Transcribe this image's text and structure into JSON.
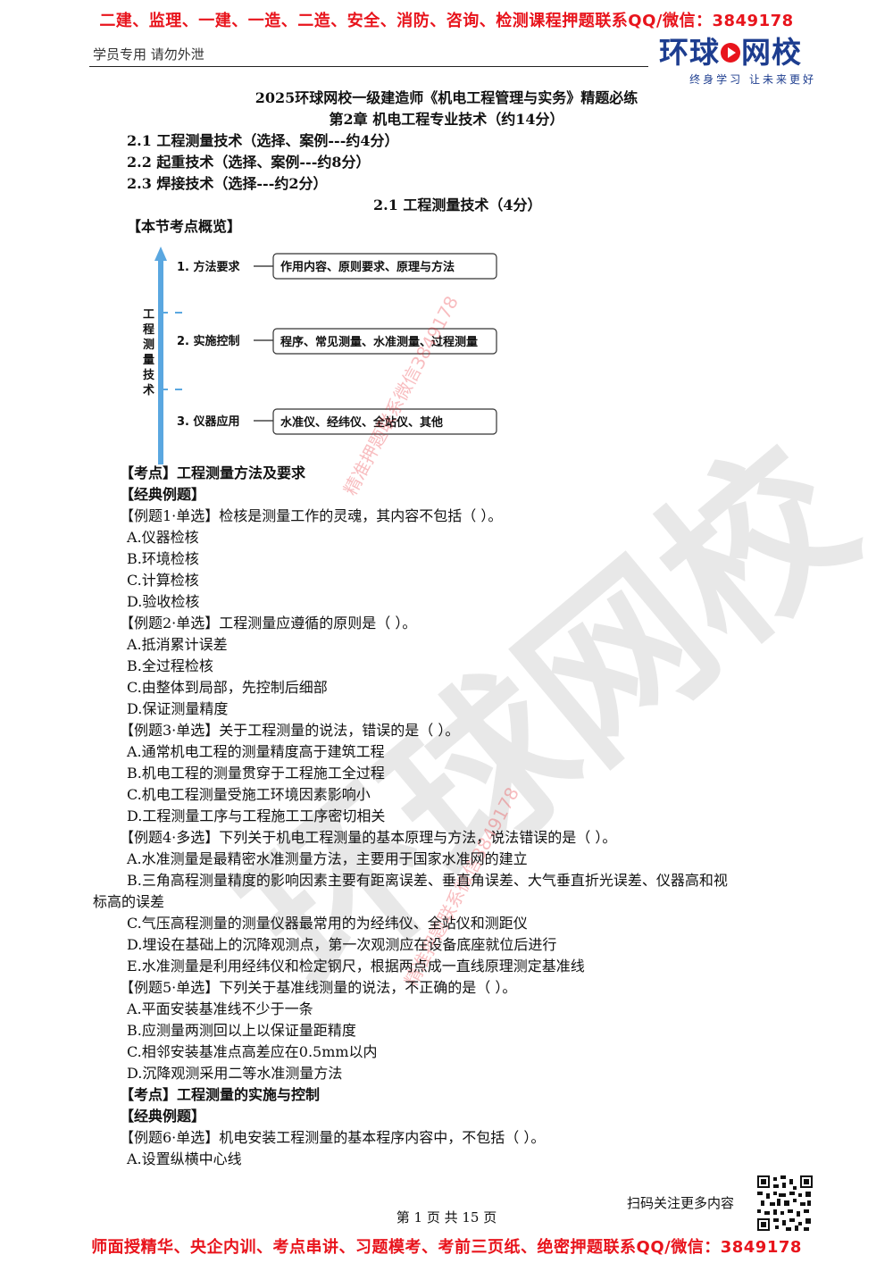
{
  "banner_top": "二建、监理、一建、一造、二造、安全、消防、咨询、检测课程押题联系QQ/微信：3849178",
  "banner_bottom": "师面授精华、央企内训、考点串讲、习题模考、考前三页纸、绝密押题联系QQ/微信：3849178",
  "header_note": "学员专用 请勿外泄",
  "logo": {
    "name_a": "环球",
    "name_b": "网校",
    "slogan": "终身学习 让未来更好"
  },
  "watermark": {
    "diagonal": "精准押题联系微信3849178",
    "lower": "精准押题联系微信3849178",
    "big": "环球网校"
  },
  "title": "2025环球网校一级建造师《机电工程管理与实务》精题必练",
  "chapter": "第2章 机电工程专业技术（约14分）",
  "toc": [
    "2.1 工程测量技术（选择、案例---约4分）",
    "2.2 起重技术（选择、案例---约8分）",
    "2.3 焊接技术（选择---约2分）"
  ],
  "section_title": "2.1 工程测量技术（4分）",
  "overview_heading": "【本节考点概览】",
  "diagram": {
    "axis_label": [
      "工",
      "程",
      "测",
      "量",
      "技",
      "术"
    ],
    "items": [
      {
        "label": "1. 方法要求",
        "detail": "作用内容、原则要求、原理与方法"
      },
      {
        "label": "2. 实施控制",
        "detail": "程序、常见测量、水准测量、过程测量"
      },
      {
        "label": "3. 仪器应用",
        "detail": "水准仪、经纬仪、全站仪、其他"
      }
    ]
  },
  "kaodian1": "【考点】工程测量方法及要求",
  "jingdian1": "【经典例题】",
  "q1": {
    "stem": "【例题1·单选】检核是测量工作的灵魂，其内容不包括（   ）。",
    "options": [
      "A.仪器检核",
      "B.环境检核",
      "C.计算检核",
      "D.验收检核"
    ]
  },
  "q2": {
    "stem": "【例题2·单选】工程测量应遵循的原则是（   ）。",
    "options": [
      "A.抵消累计误差",
      "B.全过程检核",
      "C.由整体到局部，先控制后细部",
      "D.保证测量精度"
    ]
  },
  "q3": {
    "stem": "【例题3·单选】关于工程测量的说法，错误的是（   ）。",
    "options": [
      "A.通常机电工程的测量精度高于建筑工程",
      "B.机电工程的测量贯穿于工程施工全过程",
      "C.机电工程测量受施工环境因素影响小",
      "D.工程测量工序与工程施工工序密切相关"
    ]
  },
  "q4": {
    "stem": "【例题4·多选】下列关于机电工程测量的基本原理与方法，说法错误的是（   ）。",
    "options": [
      "A.水准测量是最精密水准测量方法，主要用于国家水准网的建立",
      "B.三角高程测量精度的影响因素主要有距离误差、垂直角误差、大气垂直折光误差、仪器高和视",
      "标高的误差",
      "C.气压高程测量的测量仪器最常用的为经纬仪、全站仪和测距仪",
      "D.埋设在基础上的沉降观测点，第一次观测应在设备底座就位后进行",
      "E.水准测量是利用经纬仪和检定钢尺，根据两点成一直线原理测定基准线"
    ]
  },
  "q5": {
    "stem": "【例题5·单选】下列关于基准线测量的说法，不正确的是（   ）。",
    "options": [
      "A.平面安装基准线不少于一条",
      "B.应测量两测回以上以保证量距精度",
      "C.相邻安装基准点高差应在0.5mm以内",
      "D.沉降观测采用二等水准测量方法"
    ]
  },
  "kaodian2": "【考点】工程测量的实施与控制",
  "jingdian2": "【经典例题】",
  "q6": {
    "stem": "【例题6·单选】机电安装工程测量的基本程序内容中，不包括（   ）。",
    "options": [
      "A.设置纵横中心线"
    ]
  },
  "footer": {
    "scan": "扫码关注更多内容",
    "page": "第 1 页 共 15 页"
  }
}
